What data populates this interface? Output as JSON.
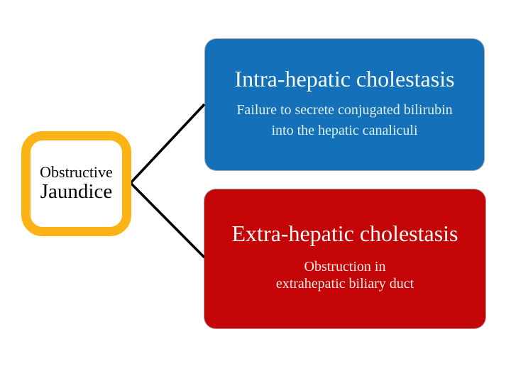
{
  "slide": {
    "background": "#ffffff",
    "connector_color": "#000000"
  },
  "root_node": {
    "label_top": "Obstructive",
    "label_bottom": "Jaundice",
    "border_color": "#fcb316",
    "fill": "#ffffff",
    "text_color": "#000000"
  },
  "branches": [
    {
      "title": "Intra-hepatic cholestasis",
      "desc_line1": "Failure to secrete conjugated bilirubin",
      "desc_line2": "into the hepatic canaliculi",
      "fill": "#1470b8",
      "title_color": "#f4fcf8",
      "desc_color": "#dff0ea"
    },
    {
      "title": "Extra-hepatic cholestasis",
      "desc_line1": "Obstruction in",
      "desc_line2": "extrahepatic biliary duct",
      "fill": "#c30508",
      "title_color": "#fffdf7",
      "desc_color": "#f4eee6"
    }
  ]
}
